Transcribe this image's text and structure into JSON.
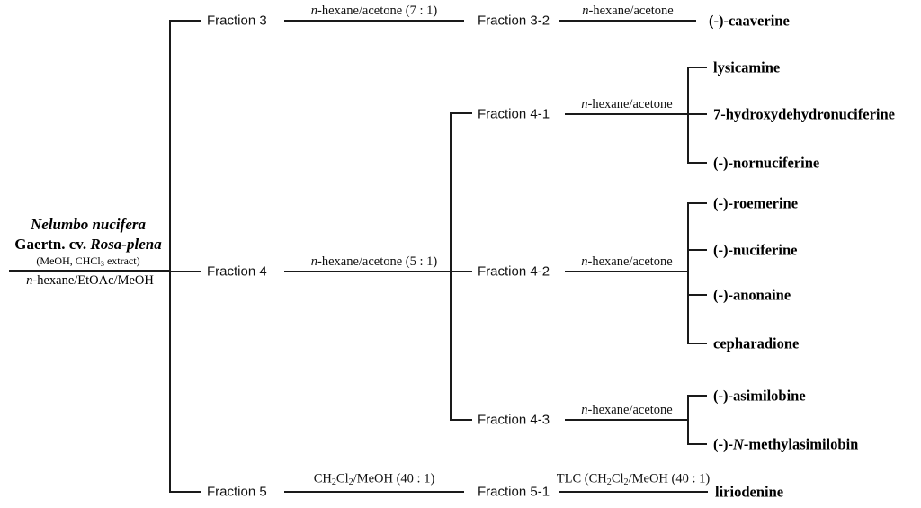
{
  "figure": {
    "type": "isolation-scheme",
    "title_present": false
  },
  "source": {
    "species_line1": "Nelumbo nucifera",
    "species_line2_plain": "Gaertn. cv. ",
    "species_line2_italic": "Rosa-plena",
    "extract_prefix": "(MeOH, CHCl",
    "extract_sub": "3",
    "extract_suffix": " extract)",
    "partition_italic": "n",
    "partition_rest": "-hexane/EtOAc/MeOH"
  },
  "fractions": {
    "f3": "Fraction 3",
    "f4": "Fraction 4",
    "f5": "Fraction 5",
    "f3_2": "Fraction 3-2",
    "f4_1": "Fraction 4-1",
    "f4_2": "Fraction 4-2",
    "f4_3": "Fraction 4-3",
    "f5_1": "Fraction 5-1"
  },
  "reagents": {
    "f3": {
      "italic": "n",
      "rest": "-hexane/acetone (7 : 1)"
    },
    "f4": {
      "italic": "n",
      "rest": "-hexane/acetone (5 : 1)"
    },
    "f5": {
      "plain_a": "CH",
      "sub_a": "2",
      "plain_b": "Cl",
      "sub_b": "2",
      "plain_c": "/MeOH (40 : 1)"
    },
    "f3_2": {
      "italic": "n",
      "rest": "-hexane/acetone"
    },
    "f4_1": {
      "italic": "n",
      "rest": "-hexane/acetone"
    },
    "f4_2": {
      "italic": "n",
      "rest": "-hexane/acetone"
    },
    "f4_3": {
      "italic": "n",
      "rest": "-hexane/acetone"
    },
    "f5_1": {
      "plain_a": "TLC (CH",
      "sub_a": "2",
      "plain_b": "Cl",
      "sub_b": "2",
      "plain_c": "/MeOH (40 : 1)"
    }
  },
  "products": {
    "caaverine": "(-)-caaverine",
    "lysicamine": "lysicamine",
    "hydroxydehydronuciferine": "7-hydroxydehydronuciferine",
    "nornuciferine": "(-)-nornuciferine",
    "roemerine": "(-)-roemerine",
    "nuciferine": "(-)-nuciferine",
    "anonaine": "(-)-anonaine",
    "cepharadione": "cepharadione",
    "asimilobine": "(-)-asimilobine",
    "methylasimilobin_pre": "(-)-",
    "methylasimilobin_italic": "N",
    "methylasimilobin_post": "-methylasimilobin",
    "liriodenine": "liriodenine"
  },
  "colors": {
    "line": "#1a1a1a",
    "text": "#000000",
    "background": "#ffffff"
  }
}
